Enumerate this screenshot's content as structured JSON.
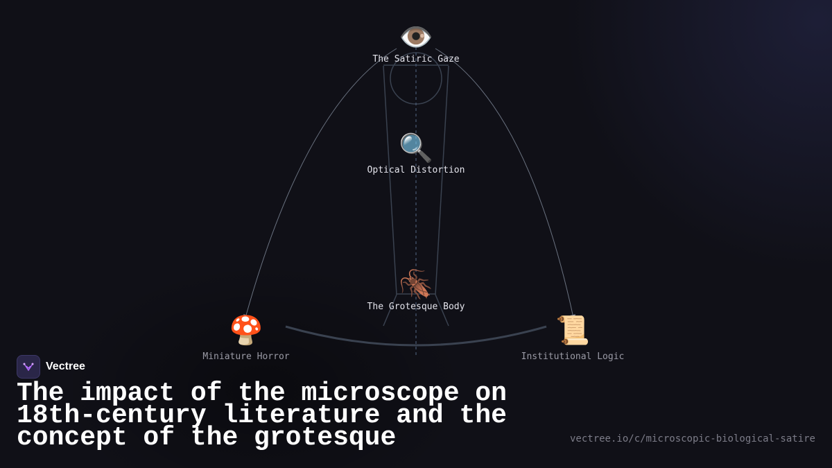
{
  "nodes": {
    "gaze": {
      "icon": "👁️",
      "icon_name": "eye-icon",
      "label": "The Satiric Gaze"
    },
    "optical": {
      "icon": "🔍",
      "icon_name": "magnifier-icon",
      "label": "Optical Distortion"
    },
    "body": {
      "icon": "🪳",
      "icon_name": "cockroach-icon",
      "label": "The Grotesque Body"
    },
    "horror": {
      "icon": "🍄",
      "icon_name": "mushroom-icon",
      "label": "Miniature Horror"
    },
    "logic": {
      "icon": "📜",
      "icon_name": "scroll-icon",
      "label": "Institutional Logic"
    }
  },
  "brand": {
    "name": "Vectree"
  },
  "title": "The impact of the microscope on 18th-century literature and the concept of the grotesque",
  "url": "vectree.io/c/microscopic-biological-satire",
  "colors": {
    "background": "#101017",
    "line": "#3a4250",
    "curve": "#6a7280",
    "arrow": "#8a93a6",
    "brand_accent": "#b56cff"
  }
}
